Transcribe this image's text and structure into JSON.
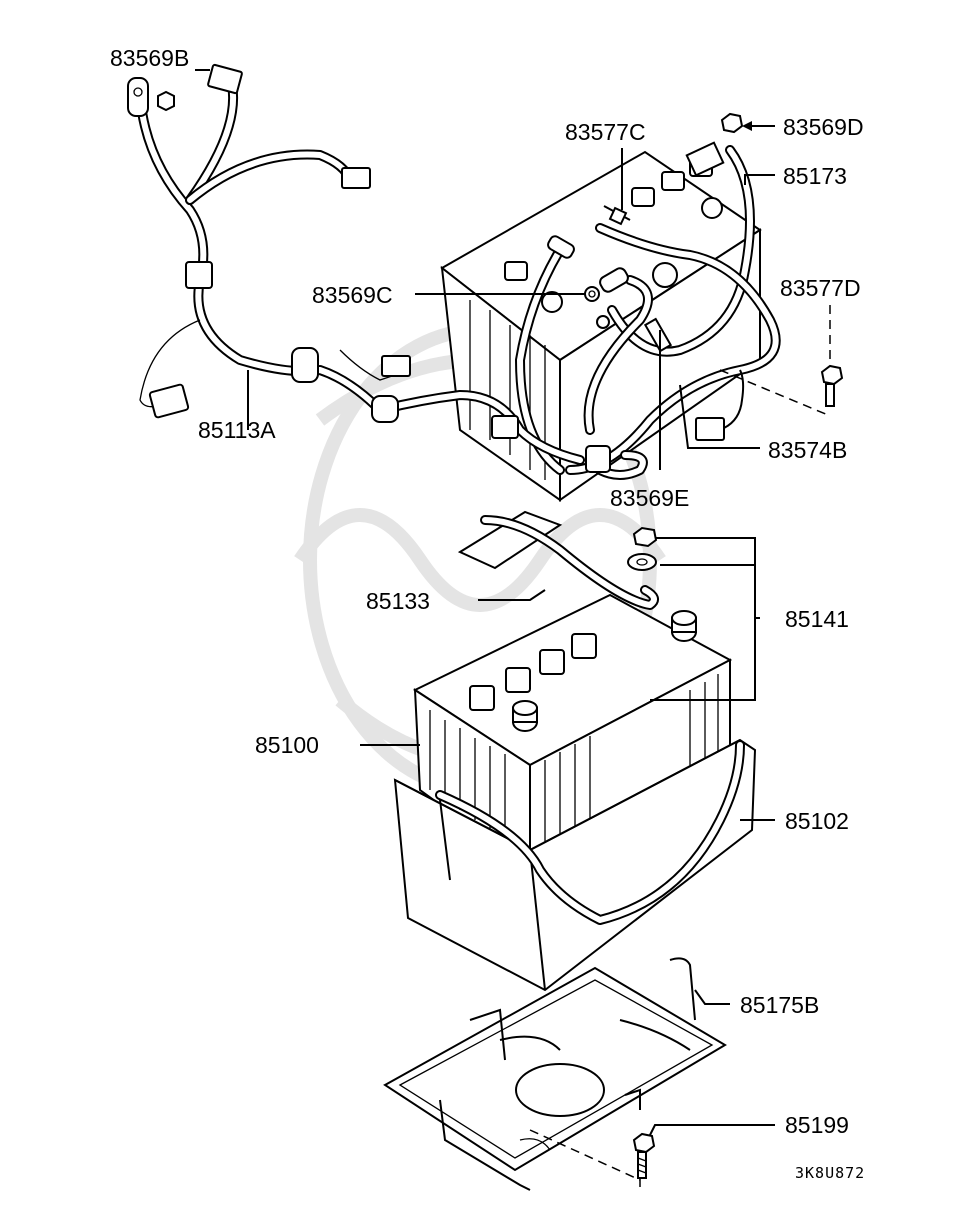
{
  "diagram_code": "3K8U872",
  "callouts": [
    {
      "id": "c1",
      "label": "83569B"
    },
    {
      "id": "c2",
      "label": "83577C"
    },
    {
      "id": "c3",
      "label": "83569D"
    },
    {
      "id": "c4",
      "label": "85173"
    },
    {
      "id": "c5",
      "label": "83569C"
    },
    {
      "id": "c6",
      "label": "83577D"
    },
    {
      "id": "c7",
      "label": "85113A"
    },
    {
      "id": "c8",
      "label": "83574B"
    },
    {
      "id": "c9",
      "label": "83569E"
    },
    {
      "id": "c10",
      "label": "85133"
    },
    {
      "id": "c11",
      "label": "85141"
    },
    {
      "id": "c12",
      "label": "85100"
    },
    {
      "id": "c13",
      "label": "85102"
    },
    {
      "id": "c14",
      "label": "85175B"
    },
    {
      "id": "c15",
      "label": "85199"
    }
  ]
}
